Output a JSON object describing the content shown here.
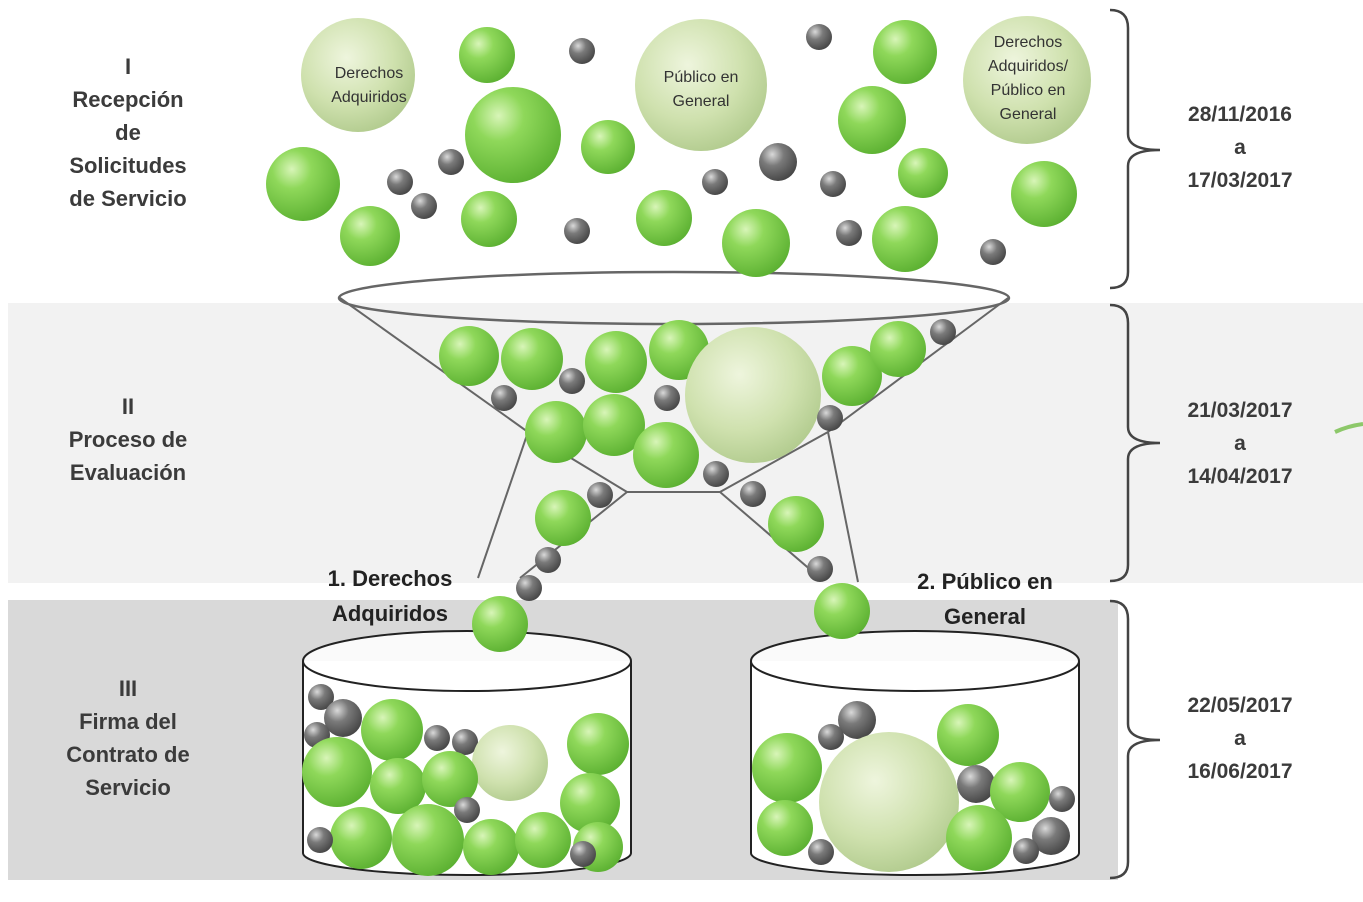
{
  "stages": [
    {
      "id": "I",
      "number": "I",
      "lines": [
        "Recepción",
        "de",
        "Solicitudes",
        "de Servicio"
      ],
      "date_start": "28/11/2016",
      "date_sep": "a",
      "date_end": "17/03/2017"
    },
    {
      "id": "II",
      "number": "II",
      "lines": [
        "Proceso de",
        "Evaluación"
      ],
      "date_start": "21/03/2017",
      "date_sep": "a",
      "date_end": "14/04/2017"
    },
    {
      "id": "III",
      "number": "III",
      "lines": [
        "Firma del",
        "Contrato de",
        "Servicio"
      ],
      "date_start": "22/05/2017",
      "date_sep": "a",
      "date_end": "16/06/2017"
    }
  ],
  "bubbles": {
    "derechos": [
      "Derechos",
      "Adquiridos"
    ],
    "publico": [
      "Público en",
      "General"
    ],
    "mixto": [
      "Derechos",
      "Adquiridos/",
      "Público en",
      "General"
    ]
  },
  "outlets": {
    "left": [
      "1. Derechos",
      "Adquiridos"
    ],
    "right": [
      "2. Público en",
      "General"
    ]
  },
  "colors": {
    "green": "#7ccc45",
    "pale_green": "#c5dba3",
    "gray": "#666666",
    "band_light": "#f2f2f2",
    "band_dark": "#d9d9d9",
    "text": "#3b3b3b",
    "accent_arrow": "#8dc86a"
  }
}
